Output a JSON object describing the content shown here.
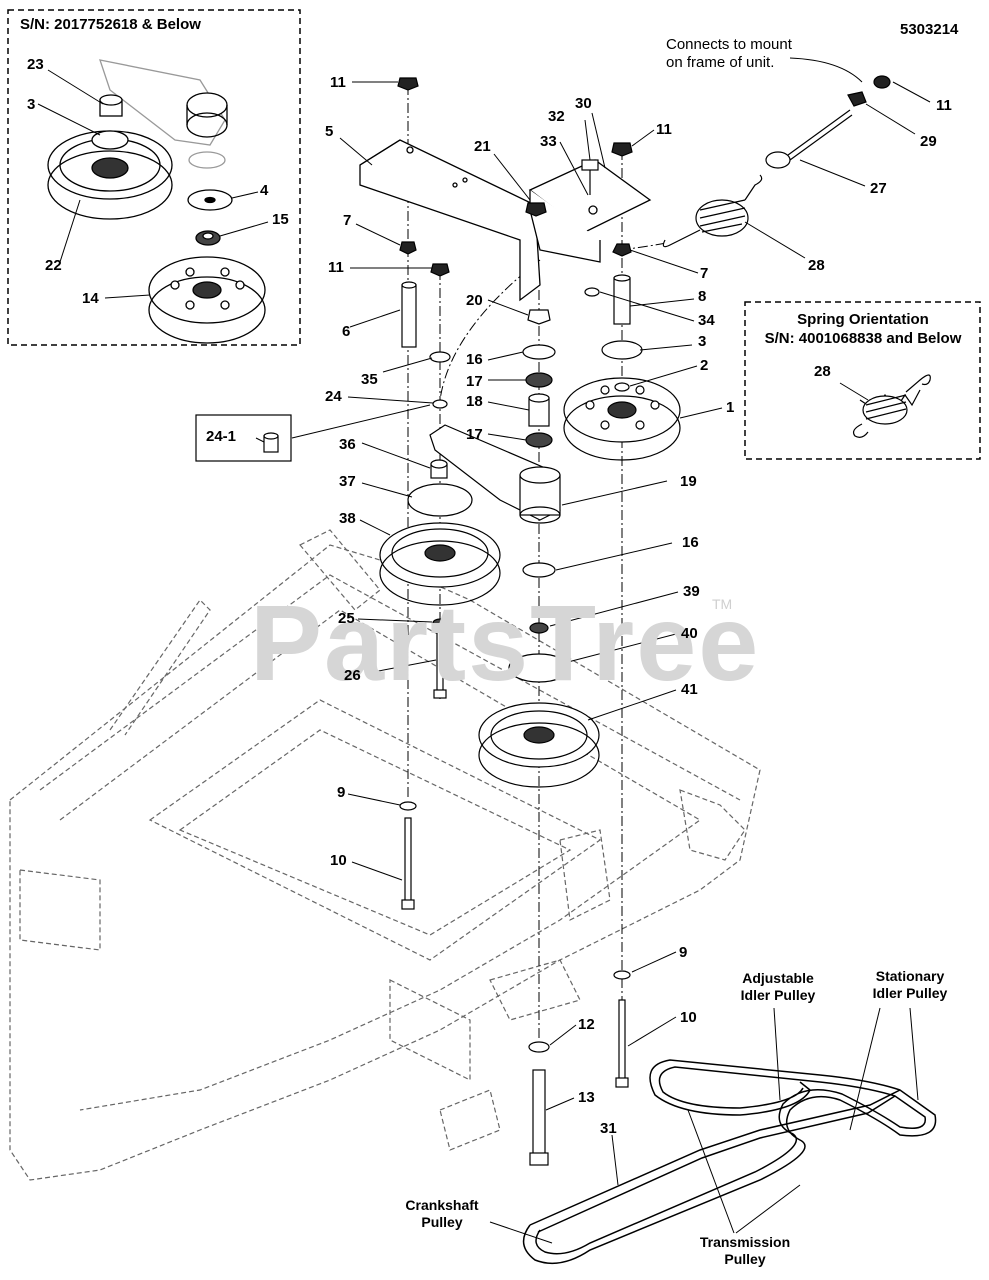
{
  "diagram_id": "5303214",
  "inset_topleft": {
    "title": "S/N: 2017752618 & Below"
  },
  "inset_spring": {
    "title": "Spring Orientation",
    "subtitle": "S/N: 4001068838 and Below",
    "part": "28"
  },
  "note_mount": {
    "line1": "Connects to mount",
    "line2": "on frame of unit."
  },
  "watermark": {
    "text": "PartsTree",
    "tm": "TM"
  },
  "parts": {
    "p1": "1",
    "p2": "2",
    "p3a": "3",
    "p3b": "3",
    "p4": "4",
    "p5": "5",
    "p6": "6",
    "p7a": "7",
    "p7b": "7",
    "p8": "8",
    "p9a": "9",
    "p9b": "9",
    "p10a": "10",
    "p10b": "10",
    "p11a": "11",
    "p11b": "11",
    "p11c": "11",
    "p11d": "11",
    "p12": "12",
    "p13": "13",
    "p14": "14",
    "p15": "15",
    "p16a": "16",
    "p16b": "16",
    "p17a": "17",
    "p17b": "17",
    "p18": "18",
    "p19": "19",
    "p20": "20",
    "p21": "21",
    "p22": "22",
    "p23": "23",
    "p24": "24",
    "p24_1": "24-1",
    "p25": "25",
    "p26": "26",
    "p27": "27",
    "p28": "28",
    "p29": "29",
    "p30": "30",
    "p31": "31",
    "p32": "32",
    "p33": "33",
    "p34": "34",
    "p35": "35",
    "p36": "36",
    "p37": "37",
    "p38": "38",
    "p39": "39",
    "p40": "40",
    "p41": "41"
  },
  "belt_callouts": {
    "adjustable": {
      "line1": "Adjustable",
      "line2": "Idler Pulley"
    },
    "stationary": {
      "line1": "Stationary",
      "line2": "Idler Pulley"
    },
    "crankshaft": {
      "line1": "Crankshaft",
      "line2": "Pulley"
    },
    "transmission": {
      "line1": "Transmission",
      "line2": "Pulley"
    }
  }
}
